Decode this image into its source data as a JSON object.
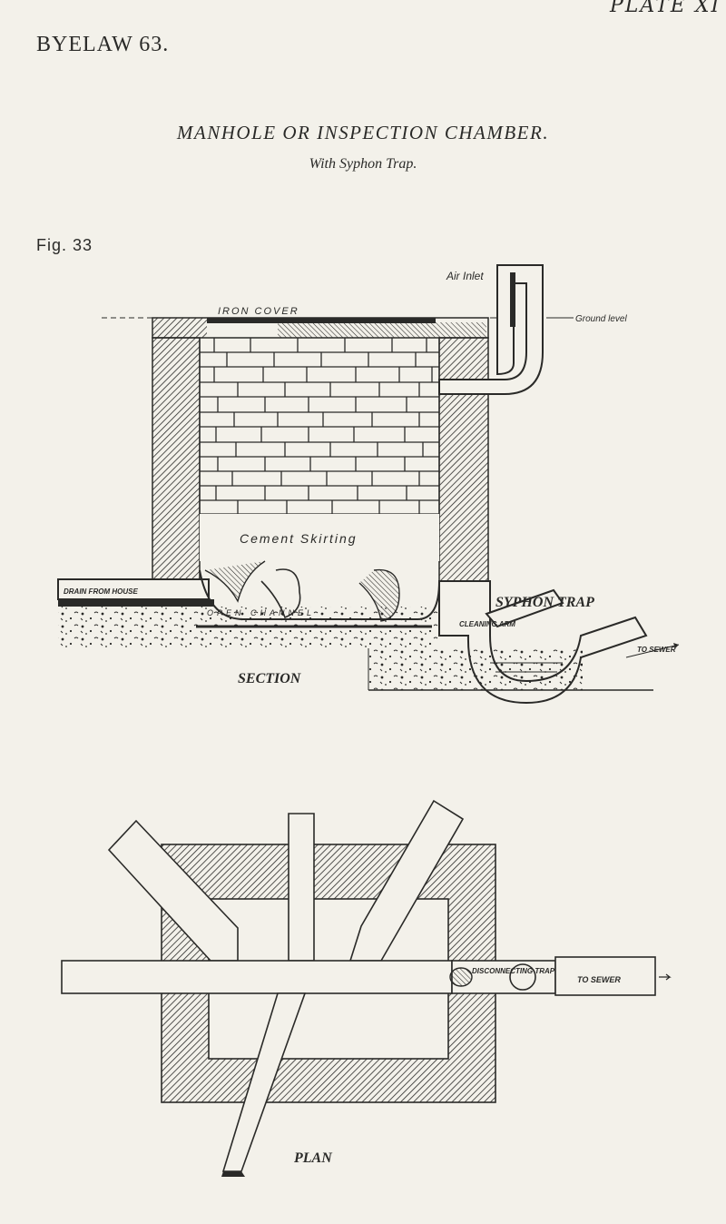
{
  "header": {
    "plate": "PLATE XI",
    "byelaw": "BYELAW 63."
  },
  "title": "MANHOLE OR INSPECTION CHAMBER.",
  "subtitle": "With Syphon Trap.",
  "figure": "Fig. 33",
  "section": {
    "label": "SECTION",
    "air_inlet": "Air Inlet",
    "iron_cover": "IRON COVER",
    "ground_level": "Ground level",
    "cement_skirting": "Cement Skirting",
    "drain_from_house": "DRAIN FROM HOUSE",
    "open_channel": "OPEN CHANNEL",
    "syphon_trap": "SYPHON TRAP",
    "cleaning_arm": "CLEANING ARM",
    "to_sewer": "TO SEWER"
  },
  "plan": {
    "label": "PLAN",
    "disconnecting_trap": "DISCONNECTING TRAP",
    "to_sewer": "TO SEWER"
  }
}
